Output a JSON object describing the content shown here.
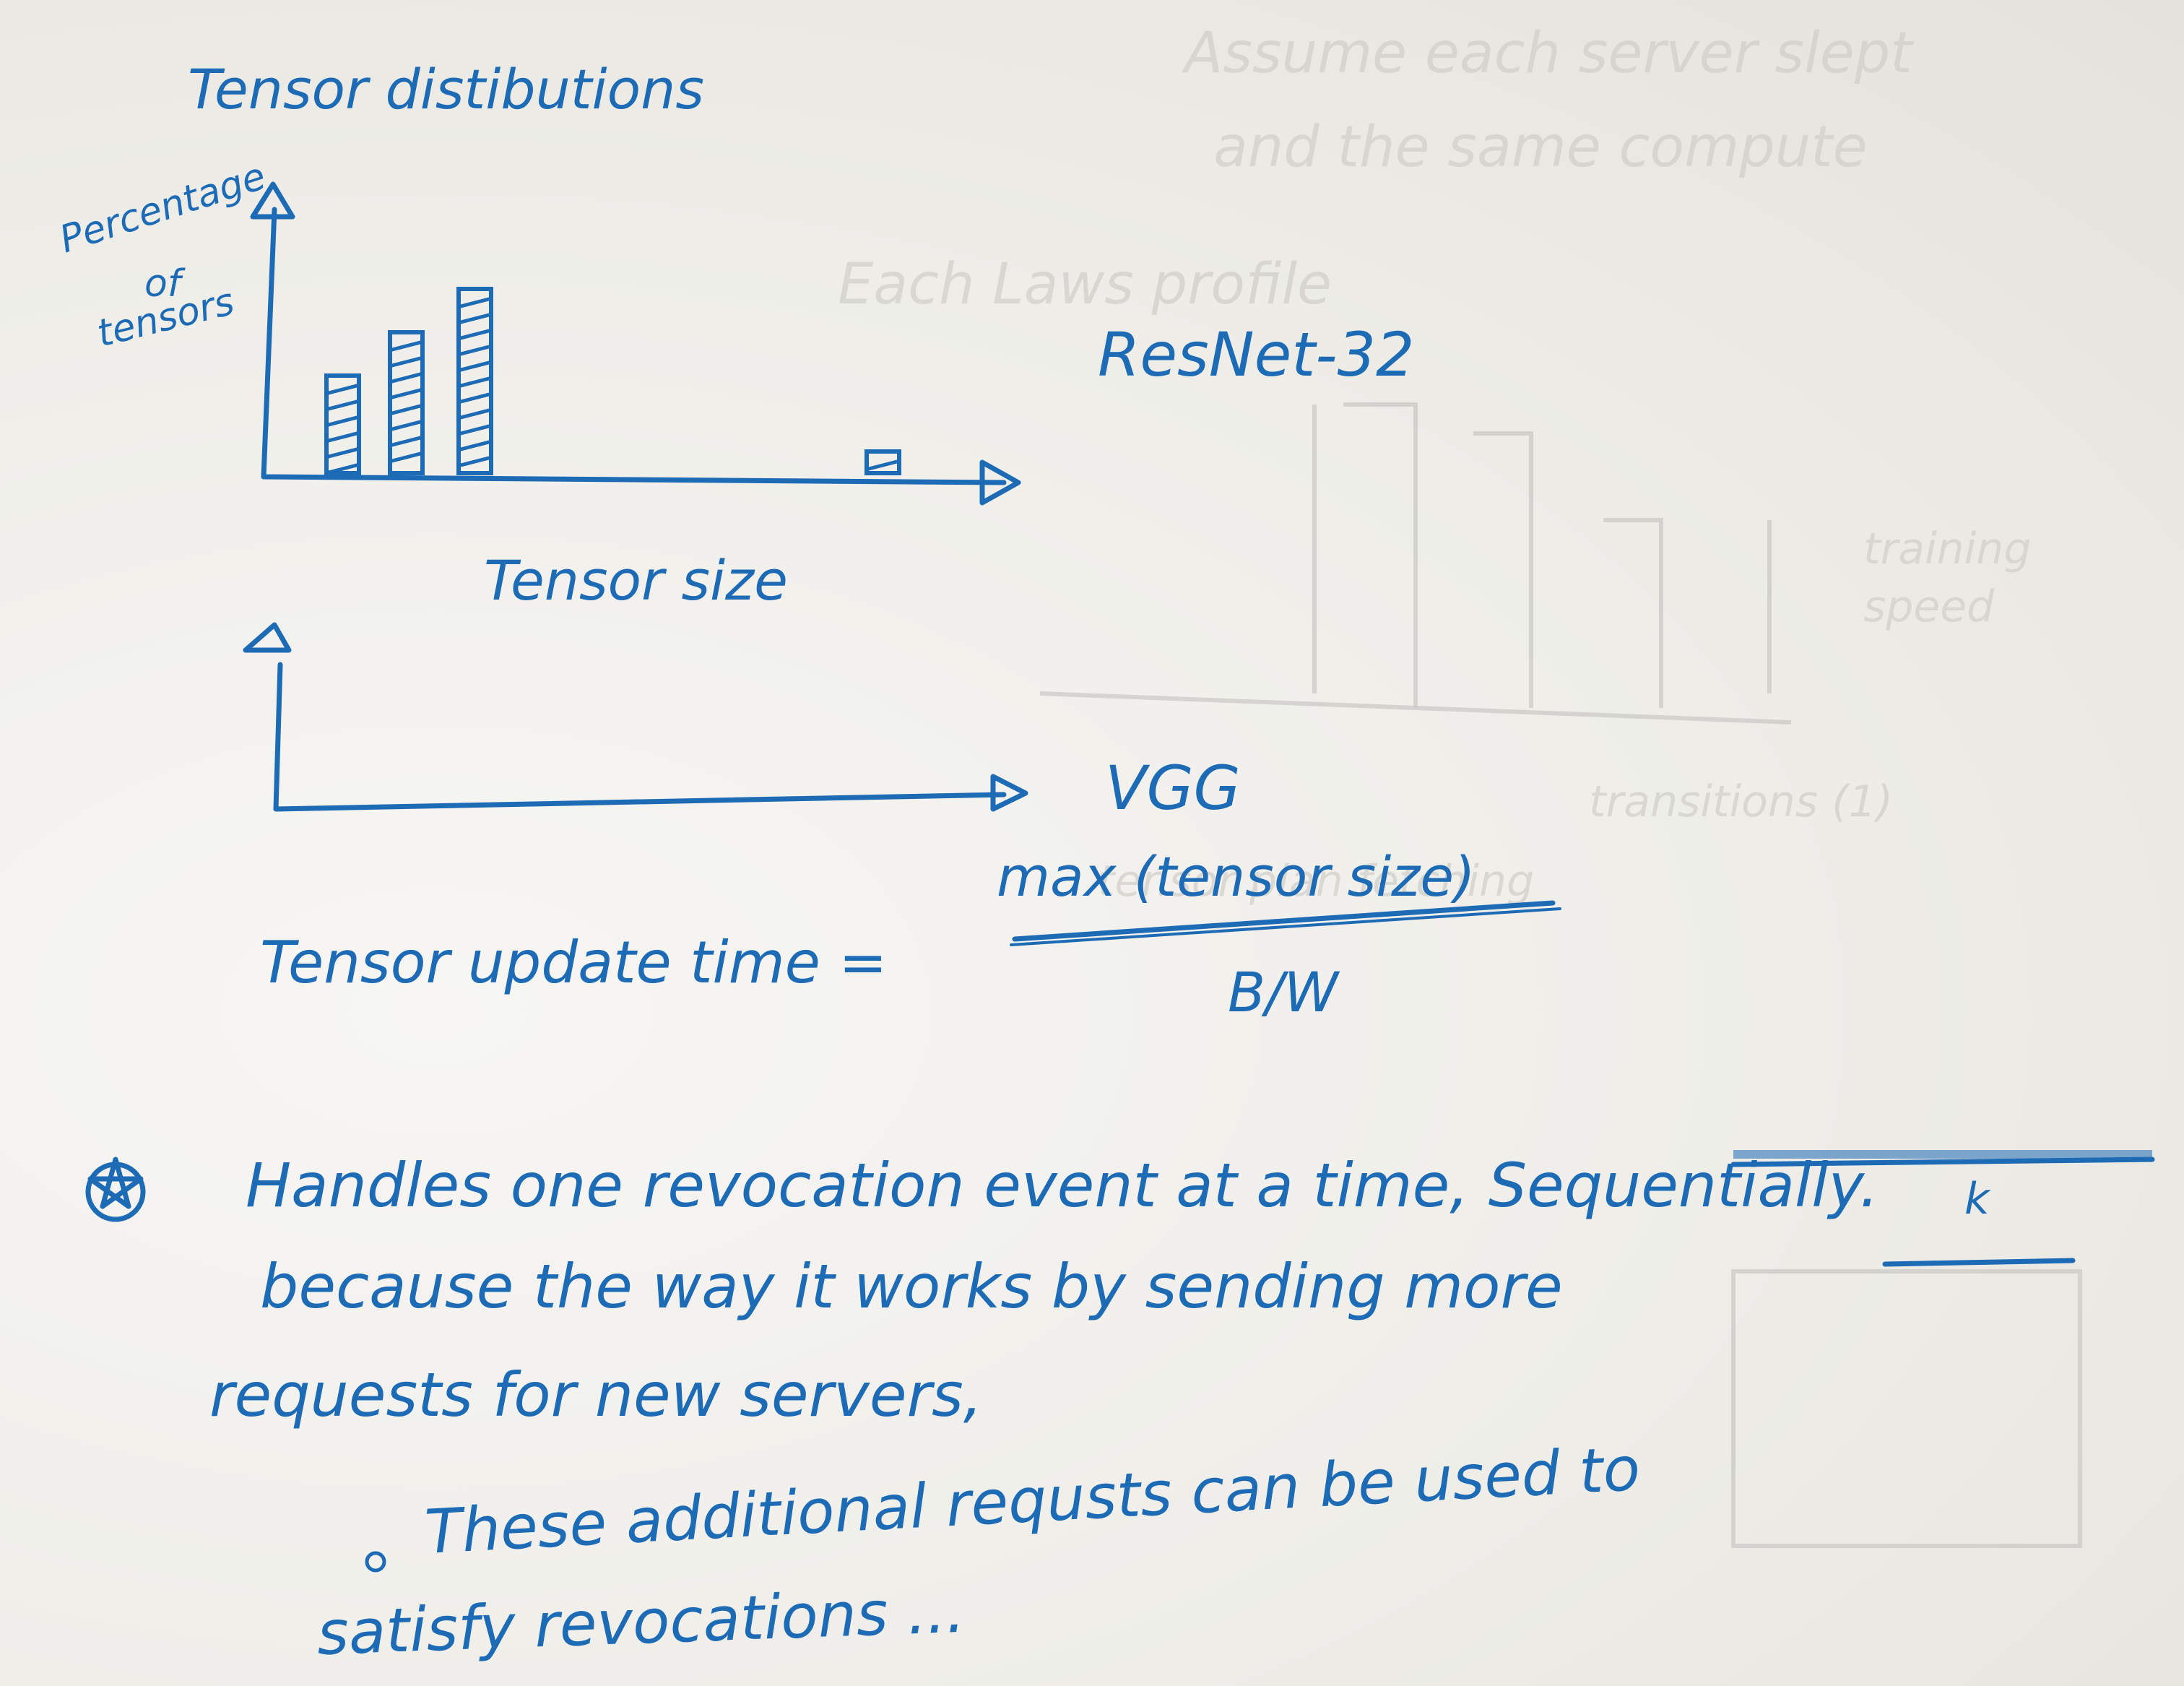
{
  "notes": {
    "title": "Tensor distibutions",
    "chart1": {
      "ylabel_line1": "Percentage",
      "ylabel_line2": "of",
      "ylabel_line3": "tensors",
      "model_label": "ResNet-32",
      "xlabel": "Tensor size"
    },
    "chart2": {
      "model_label": "VGG"
    },
    "formula": {
      "lhs": "Tensor update time =",
      "numerator": "max (tensor size)",
      "denominator": "B/W"
    },
    "bullet": {
      "line1_main": "Handles one revocation event at a time, ",
      "line1_emph": "Sequentially.",
      "line2_main": "because the way it works by sending ",
      "line2_struck": "more",
      "line2_insert": "k",
      "line3": "requests for new servers,",
      "sub_line1": "These additional requsts can be used to",
      "sub_line2": "satisfy revocations ..."
    }
  },
  "chart_data": [
    {
      "type": "bar",
      "title": "Tensor distibutions",
      "ylabel": "Percentage of tensors",
      "xlabel": "Tensor size",
      "series": [
        {
          "name": "ResNet-32",
          "values": [
            0.45,
            0.65,
            0.85,
            0.1
          ]
        }
      ],
      "categories": [
        "",
        "",
        "",
        ""
      ],
      "ylim": [
        0,
        1
      ]
    },
    {
      "type": "bar",
      "title": "",
      "ylabel": "",
      "xlabel": "",
      "series": [
        {
          "name": "VGG",
          "values": []
        }
      ],
      "categories": []
    }
  ],
  "colors": {
    "ink": "#1d6ab5",
    "paper": "#f1f0ec",
    "ghost": "#c9c8c4"
  }
}
